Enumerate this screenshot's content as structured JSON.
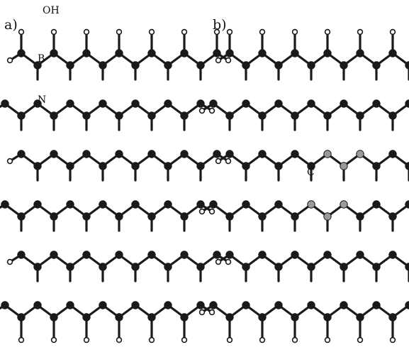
{
  "panels": [
    {
      "id": "a",
      "label": "a)",
      "atom_labels": {
        "oh": "OH",
        "b": "B",
        "n": "N"
      }
    },
    {
      "id": "b",
      "label": "b)",
      "atom_labels": {
        "c": "C"
      }
    }
  ],
  "colors": {
    "background": "#ffffff",
    "bond": "#1a1a1a",
    "atom_dark": "#1a1a1a",
    "atom_carbon": "#9a9a9a",
    "terminal_atom": "#ffffff"
  }
}
